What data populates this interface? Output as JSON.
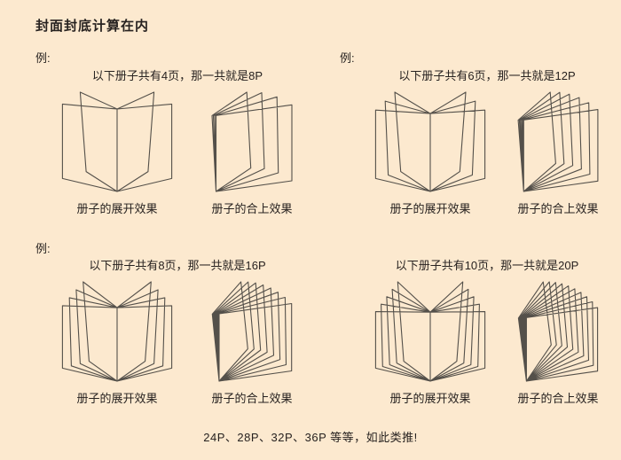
{
  "page": {
    "title": "封面封底计算在内",
    "example_label": "例:",
    "footer": "24P、28P、32P、36P 等等，如此类推!",
    "colors": {
      "background": "#fce9cf",
      "line": "#54504a",
      "text": "#272220"
    }
  },
  "examples": [
    {
      "headline": "以下册子共有4页，那一共就是8P",
      "pages": 4,
      "total_label": "8P",
      "open_caption": "册子的展开效果",
      "closed_caption": "册子的合上效果"
    },
    {
      "headline": "以下册子共有6页，那一共就是12P",
      "pages": 6,
      "total_label": "12P",
      "open_caption": "册子的展开效果",
      "closed_caption": "册子的合上效果"
    },
    {
      "headline": "以下册子共有8页，那一共就是16P",
      "pages": 8,
      "total_label": "16P",
      "open_caption": "册子的展开效果",
      "closed_caption": "册子的合上效果"
    },
    {
      "headline": "以下册子共有10页，那一共就是20P",
      "pages": 10,
      "total_label": "20P",
      "open_caption": "册子的展开效果",
      "closed_caption": "册子的合上效果"
    }
  ]
}
